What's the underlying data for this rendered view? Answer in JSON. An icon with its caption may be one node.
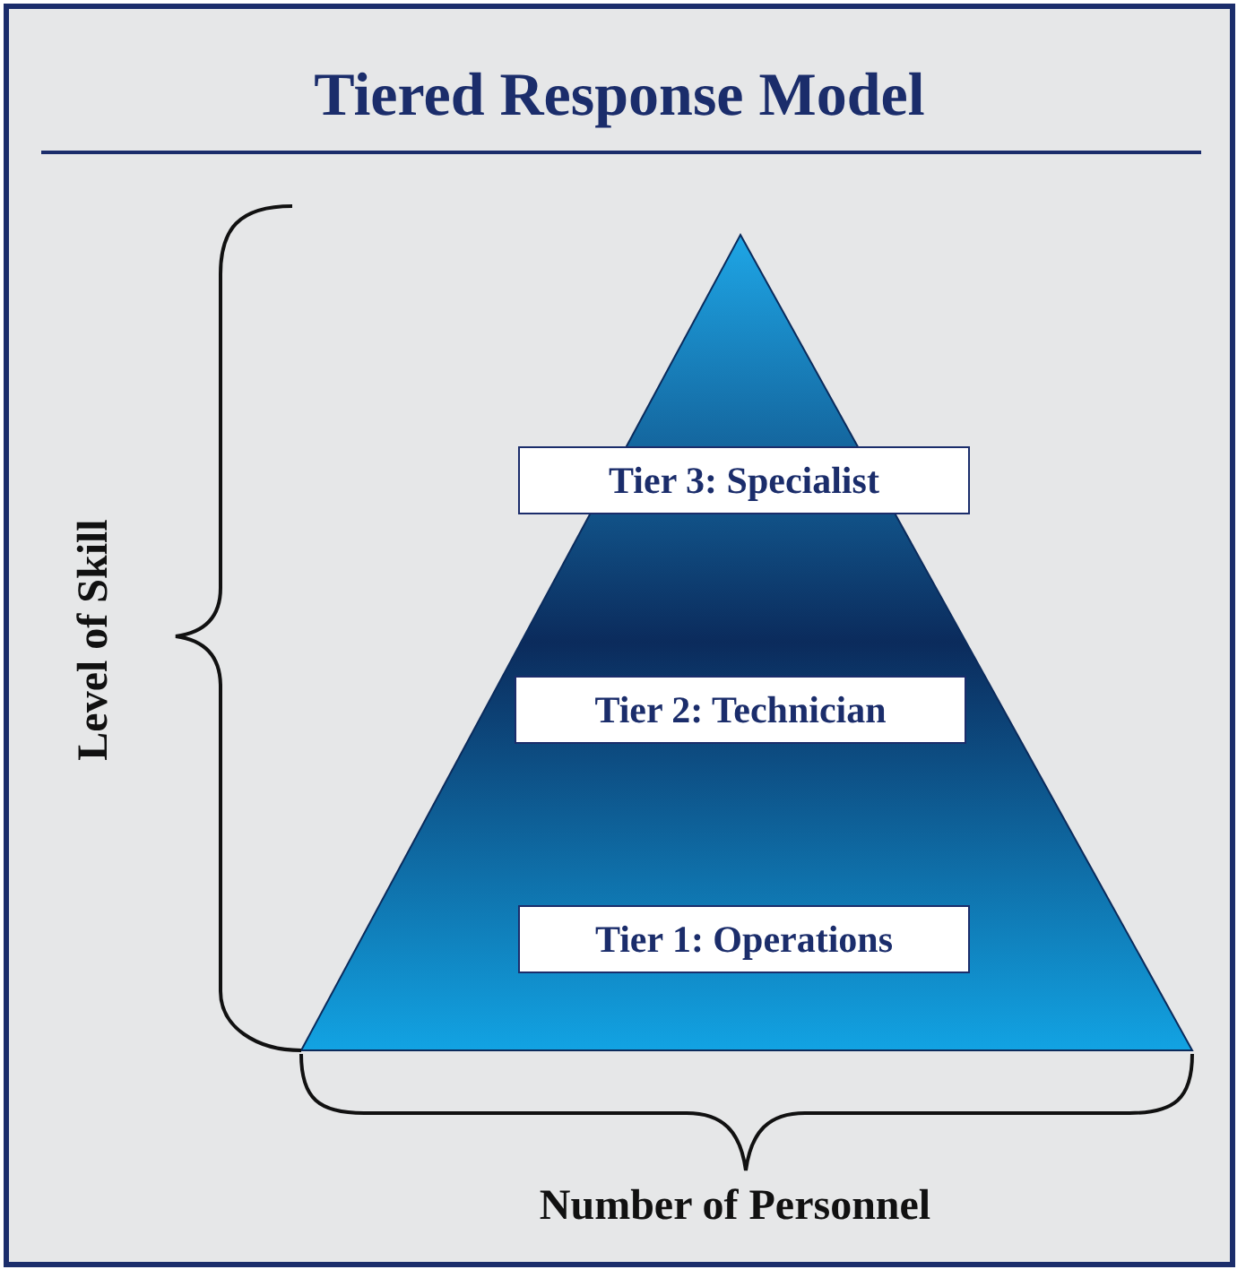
{
  "diagram": {
    "title": "Tiered Response Model",
    "nodes": [
      {
        "text": [
          "Tier 3: Specialist"
        ]
      },
      {
        "text": [
          "Tier 2: Technician"
        ]
      },
      {
        "text": [
          "Tier 1: Operations"
        ]
      }
    ],
    "edges": [],
    "labels": [
      "Level of Skill",
      "Number of Personnel"
    ]
  }
}
